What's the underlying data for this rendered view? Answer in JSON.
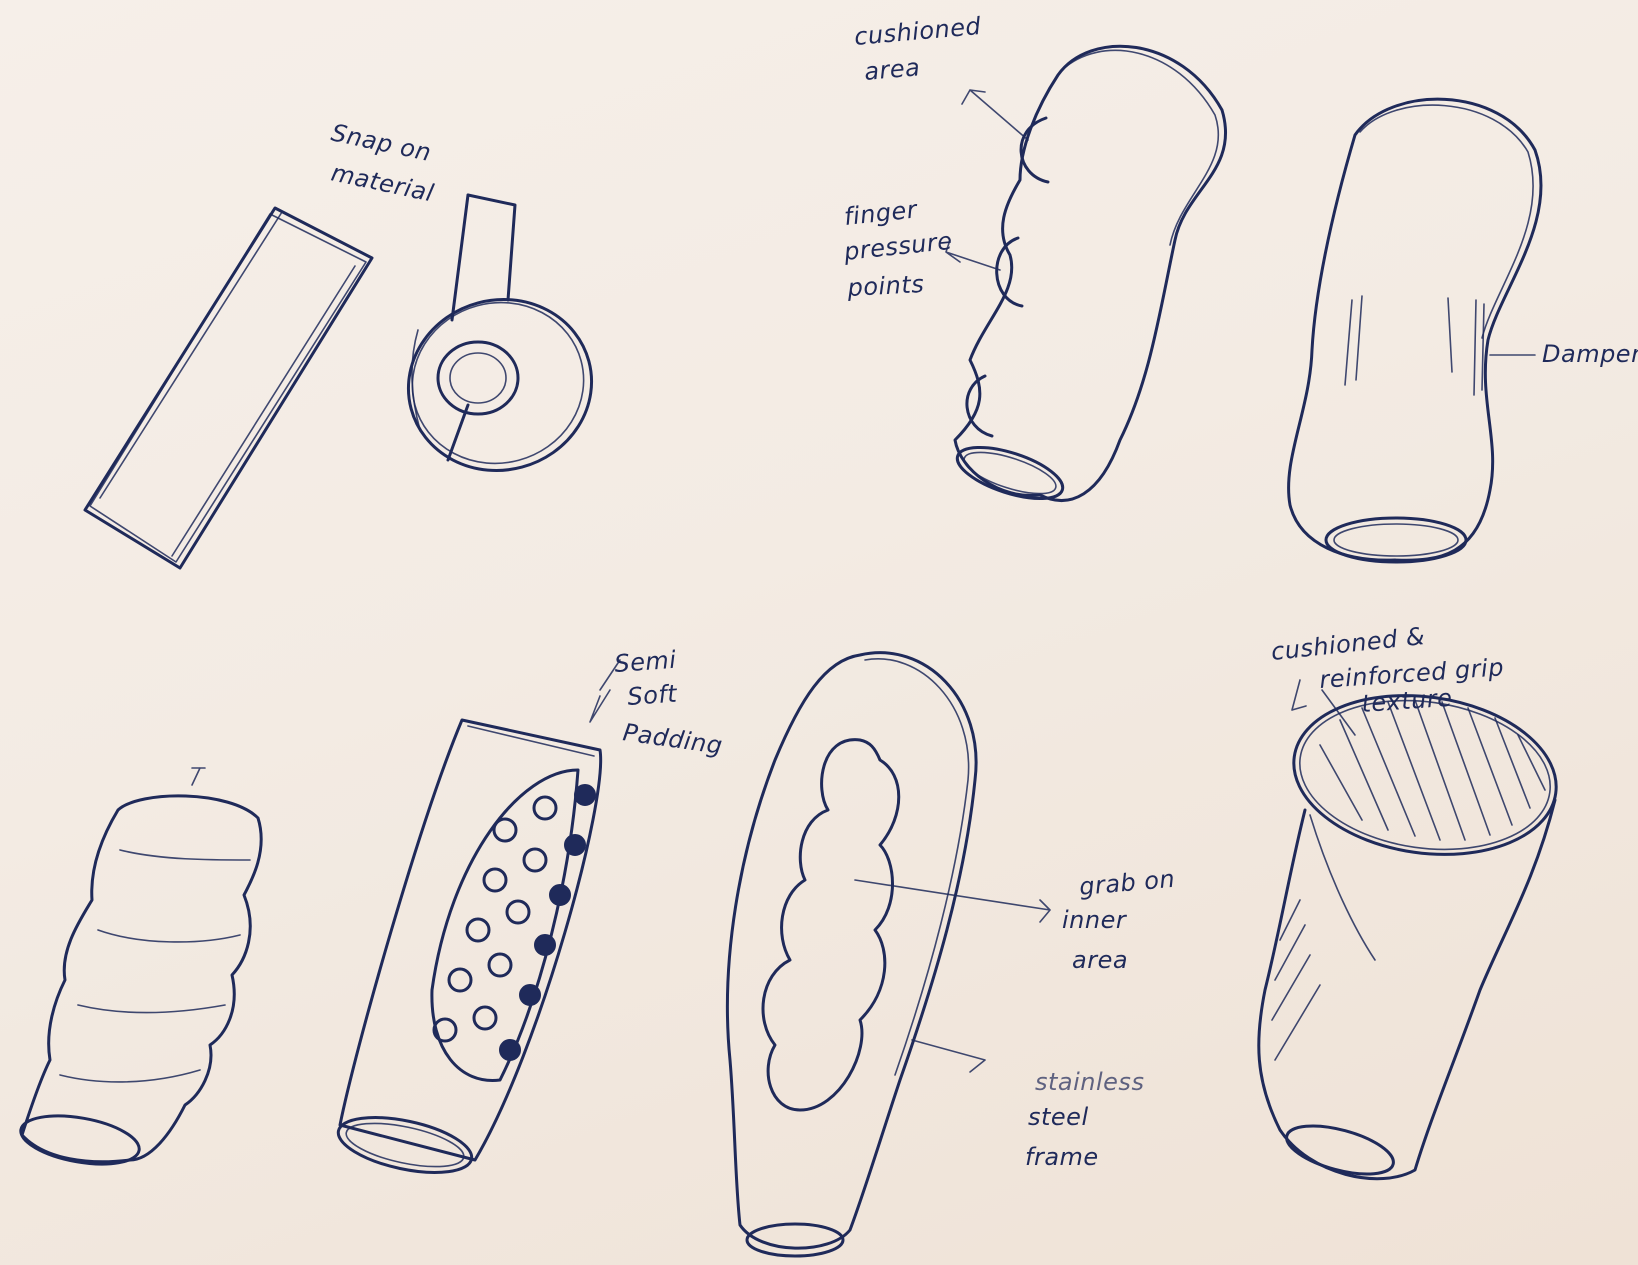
{
  "colors": {
    "ink": "#1f2a5a",
    "paper": "#f5eee8"
  },
  "annotations": {
    "snap_on": [
      "Snap on",
      "material"
    ],
    "cushioned_area": [
      "cushioned",
      "area"
    ],
    "finger_pressure": [
      "finger",
      "pressure",
      "points"
    ],
    "dampen": [
      "Dampen"
    ],
    "semi_soft": [
      "Semi",
      "Soft",
      "Padding"
    ],
    "grab_inner": [
      "grab on",
      "inner",
      "area"
    ],
    "stainless": [
      "stainless",
      "steel",
      "frame"
    ],
    "cushioned_grip": [
      "cushioned &",
      "reinforced grip",
      "texture"
    ]
  }
}
